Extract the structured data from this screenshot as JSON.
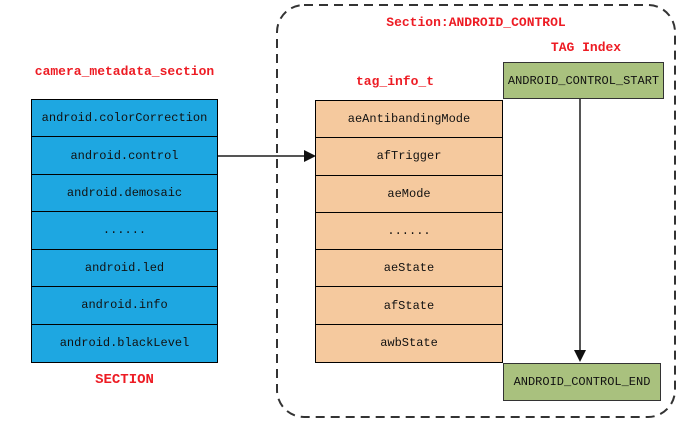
{
  "left_table": {
    "title": "camera_metadata_section",
    "caption": "SECTION",
    "rows": [
      "android.colorCorrection",
      "android.control",
      "android.demosaic",
      "......",
      "android.led",
      "android.info",
      "android.blackLevel"
    ]
  },
  "section": {
    "title": "Section:ANDROID_CONTROL",
    "tag_index_label": "TAG Index",
    "tag_table": {
      "title": "tag_info_t",
      "rows": [
        "aeAntibandingMode",
        "afTrigger",
        "aeMode",
        "......",
        "aeState",
        "afState",
        "awbState"
      ]
    },
    "start_label": "ANDROID_CONTROL_START",
    "end_label": "ANDROID_CONTROL_END"
  },
  "colors": {
    "section_table_fill": "#1ea7e1",
    "tag_table_fill": "#f5c99e",
    "range_box_fill": "#a9c17e",
    "label_red": "#ed1c24",
    "border": "#000000",
    "arrow": "#555555"
  }
}
